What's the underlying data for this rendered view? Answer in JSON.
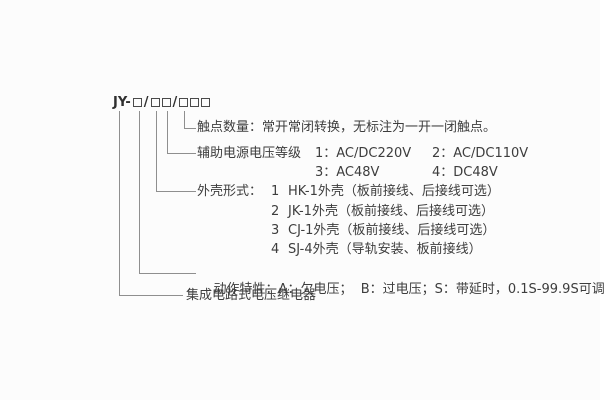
{
  "model": {
    "prefix": "JY-",
    "slash": "/"
  },
  "annotations": {
    "contact_count": "触点数量：常开常闭转换，无标注为一开一闭触点。",
    "aux_power": {
      "label": "辅助电源电压等级",
      "row1": [
        "1：AC/DC220V",
        "2：AC/DC110V"
      ],
      "row2": [
        "3：AC48V",
        "4：DC48V"
      ]
    },
    "shell": {
      "label": "外壳形式：",
      "options": [
        {
          "num": "1",
          "text": "HK-1外壳（板前接线、后接线可选）"
        },
        {
          "num": "2",
          "text": "JK-1外壳（板前接线、后接线可选）"
        },
        {
          "num": "3",
          "text": "CJ-1外壳（板前接线、后接线可选）"
        },
        {
          "num": "4",
          "text": "SJ-4外壳（导轨安装、板前接线）"
        }
      ]
    },
    "action": {
      "label": "动作特性：",
      "text": "A：欠电压；  B：过电压；S：带延时，0.1S-99.9S可调"
    },
    "product_name": "集成电路式电压继电器"
  },
  "colors": {
    "text": "#3d3d3d",
    "line": "#8f8f8f"
  }
}
